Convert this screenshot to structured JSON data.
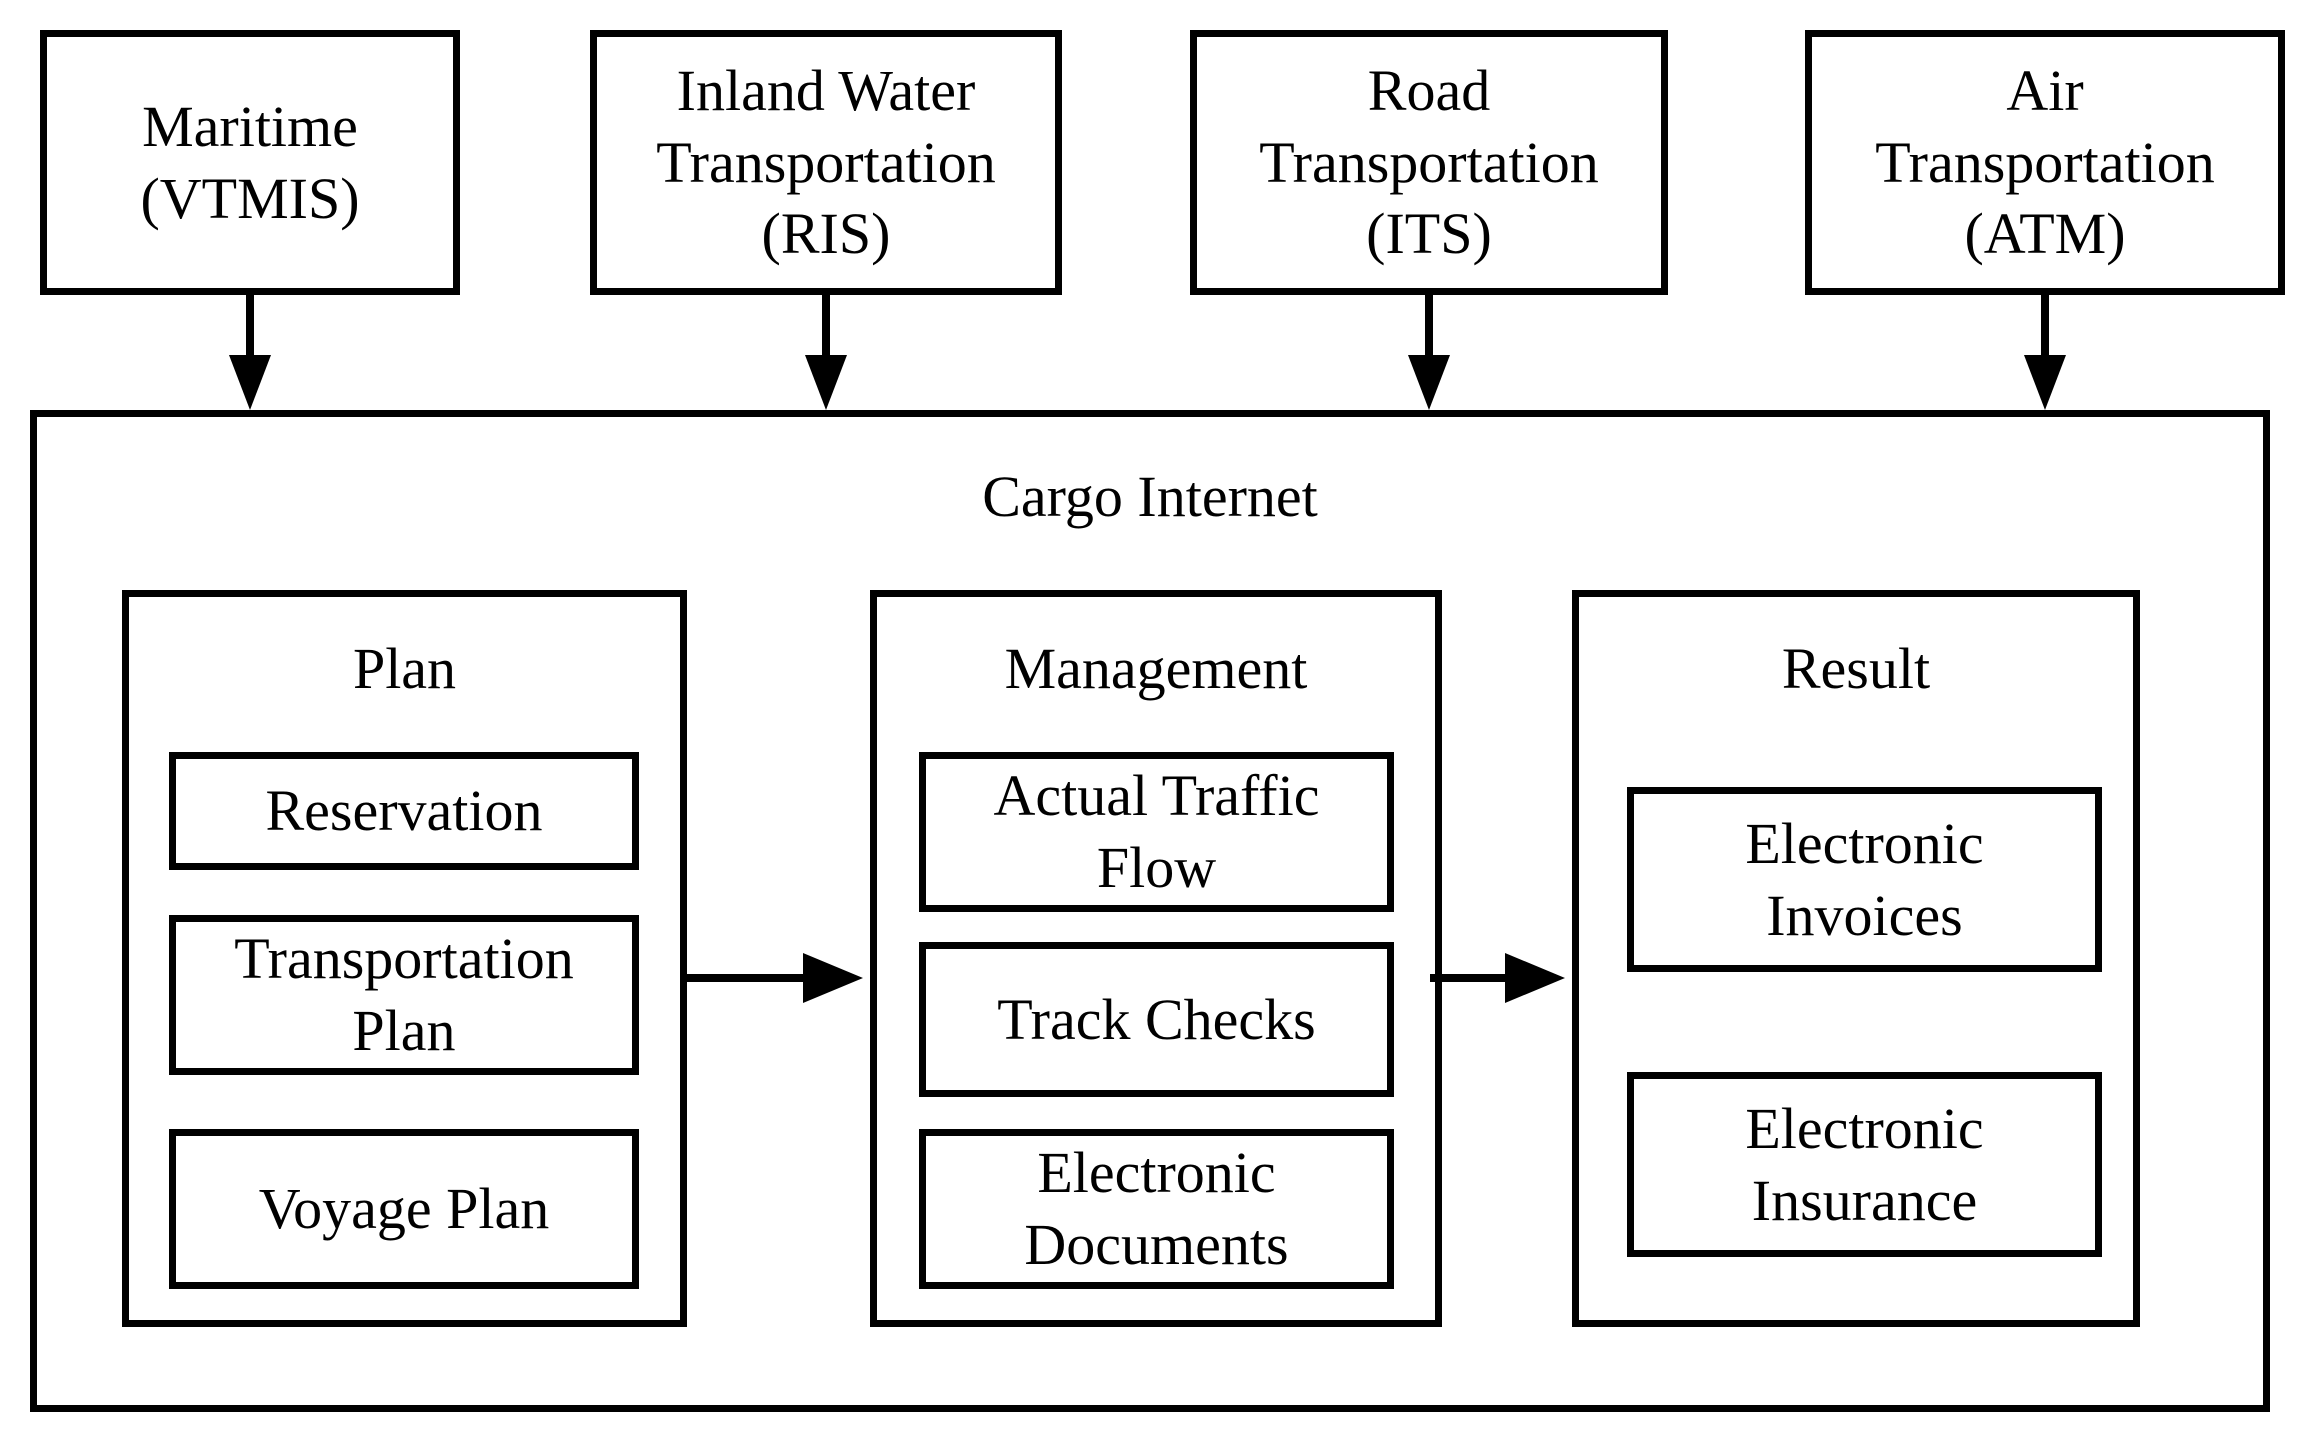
{
  "page": {
    "background_color": "#ffffff",
    "line_color": "#000000",
    "text_color": "#000000"
  },
  "sources": [
    {
      "label": "Maritime\n(VTMIS)"
    },
    {
      "label": "Inland Water\nTransportation\n(RIS)"
    },
    {
      "label": "Road\nTransportation\n(ITS)"
    },
    {
      "label": "Air\nTransportation\n(ATM)"
    }
  ],
  "cargo_internet": {
    "title": "Cargo Internet",
    "columns": [
      {
        "title": "Plan",
        "items": [
          {
            "label": "Reservation"
          },
          {
            "label": "Transportation\nPlan"
          },
          {
            "label": "Voyage Plan"
          }
        ]
      },
      {
        "title": "Management",
        "items": [
          {
            "label": "Actual Traffic\nFlow"
          },
          {
            "label": "Track Checks"
          },
          {
            "label": "Electronic\nDocuments"
          }
        ]
      },
      {
        "title": "Result",
        "items": [
          {
            "label": "Electronic\nInvoices"
          },
          {
            "label": "Electronic\nInsurance"
          }
        ]
      }
    ]
  }
}
